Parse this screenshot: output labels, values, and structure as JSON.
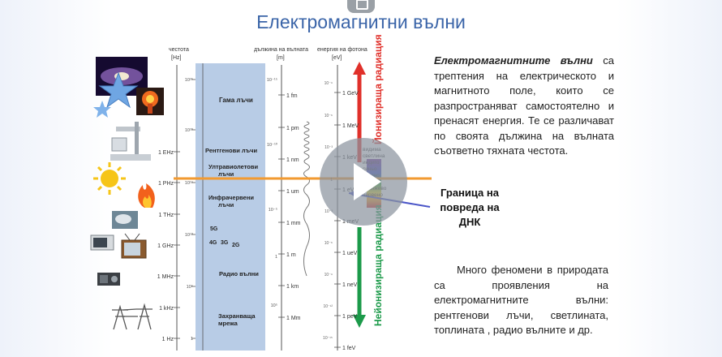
{
  "slide": {
    "title": "Електромагнитни вълни"
  },
  "diagram": {
    "col_labels": {
      "frequency": "честота",
      "frequency_unit": "[Hz]",
      "wavelength": "дължина на вълната",
      "wavelength_unit": "[m]",
      "photon_energy": "енергия на фотона",
      "photon_energy_unit": "[eV]"
    },
    "freq_ticks": [
      "1 EHz",
      "1 PHz",
      "1 THz",
      "1 GHz",
      "1 MHz",
      "1 kHz",
      "1 Hz"
    ],
    "freq_small": [
      "10²⁵",
      "10²⁰",
      "10¹⁵",
      "10¹⁰",
      "10⁵",
      "1"
    ],
    "bands": [
      "Гама лъчи",
      "Рентгенови лъчи",
      "Ултравиолетови лъчи",
      "Инфрачервени лъчи",
      "5G",
      "4G",
      "3G",
      "2G",
      "Радио вълни",
      "Захранваща мрежа"
    ],
    "wave_ticks": [
      "1 fm",
      "1 pm",
      "1 nm",
      "1 um",
      "1 mm",
      "1 m",
      "1 km",
      "1 Mm"
    ],
    "wave_small": [
      "10⁻¹⁵",
      "10⁻¹⁰",
      "10⁻⁵",
      "1",
      "10⁵"
    ],
    "energy_ticks": [
      "1 GeV",
      "1 MeV",
      "1 keV",
      "1 eV",
      "1 meV",
      "1 ueV",
      "1 neV",
      "1 peV",
      "1 feV"
    ],
    "energy_small": [
      "10⁻⁹",
      "10⁻⁶",
      "10⁻³",
      "1",
      "10⁻³",
      "10⁻⁶",
      "10⁻⁹",
      "10⁻¹²",
      "10⁻¹⁵"
    ],
    "visible_label": [
      "видима",
      "светлина",
      "индиго",
      "синьо",
      "зелено",
      "жълто",
      "оранжево",
      "червено"
    ],
    "ionizing": "Йонизираща радиация",
    "non_ionizing": "Нейонизираща радиация",
    "colors": {
      "band_fill": "#b8cce6",
      "ionizing": "#e0302a",
      "non_ionizing": "#1c9a4a",
      "marker": "#f29a30",
      "dna_arrow": "#4b56c8"
    }
  },
  "text": {
    "para1_lead": "Електромагнитните вълни",
    "para1_rest": "са трептения на електрическото и магнитното поле, които се разпространяват самостоятелно и пренасят енергия. Те се различават по своята дължина на вълната съответно тяхната честота.",
    "dna_label": "Граница на повреда на ДНК",
    "para2": "Много феномени в природата са проявления на електромагнитните вълни: рентгенови лъчи, светлината, топлината , радио вълните и др."
  },
  "player": {
    "play_icon": "play-icon"
  }
}
